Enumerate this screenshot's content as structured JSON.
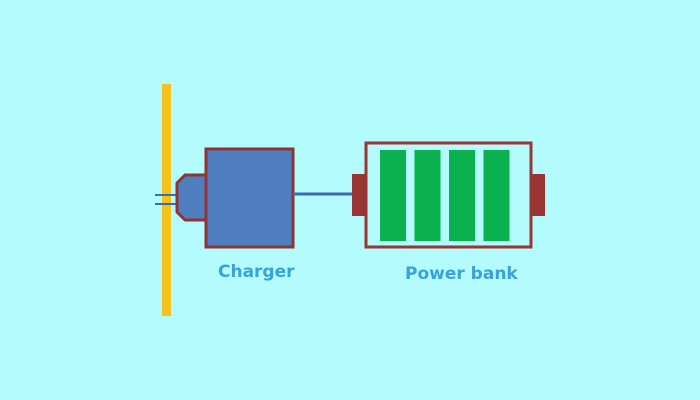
{
  "diagram": {
    "title": "Charger connected to power bank",
    "components": {
      "wall": {
        "name": "Wall outlet",
        "color": "#f5c21b"
      },
      "charger": {
        "label": "Charger",
        "body_color": "#4f7fc0",
        "border_color": "#8e3434"
      },
      "cable": {
        "color": "#3e6ab3"
      },
      "power_bank": {
        "label": "Power bank",
        "border_color": "#8e3434",
        "cell_color": "#0bb14e",
        "charge_cells_filled": 4,
        "charge_cells_total": 4
      }
    },
    "labels": {
      "charger": "Charger",
      "power_bank": "Power bank"
    },
    "label_color": "#3aa2d8",
    "background": "#b3fbfc"
  }
}
